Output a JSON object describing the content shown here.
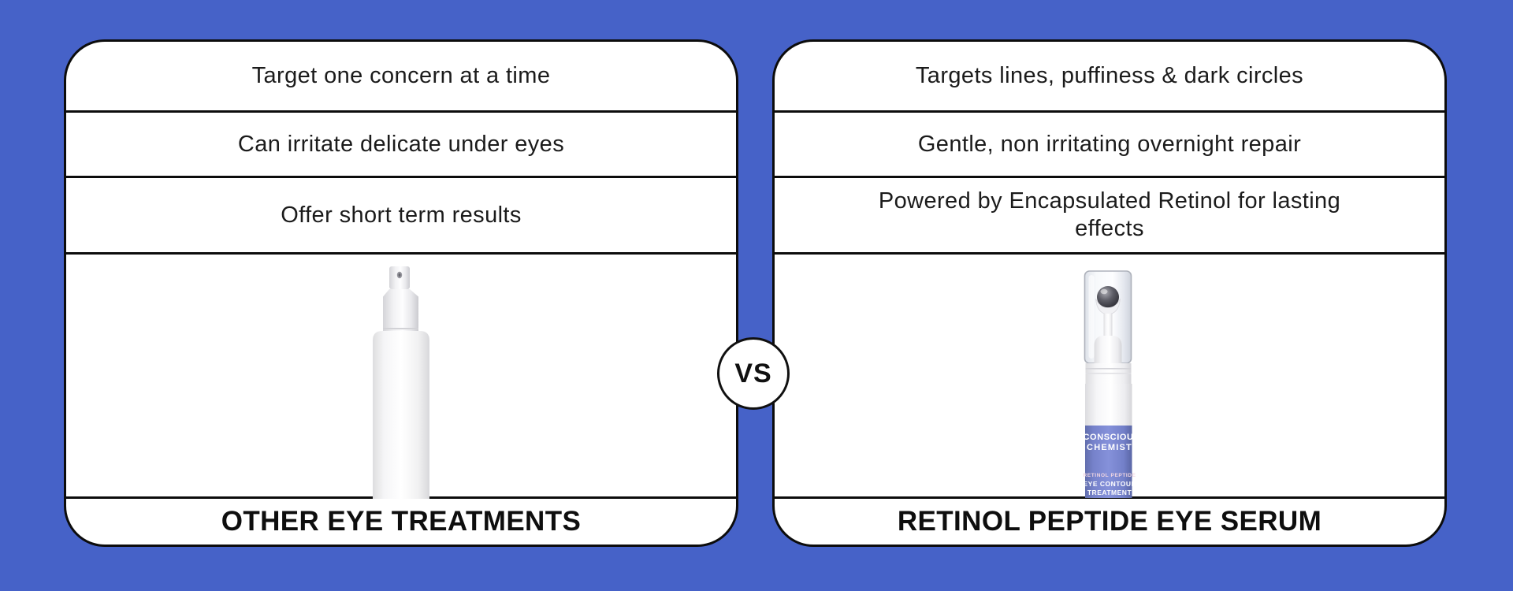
{
  "colors": {
    "background": "#4662C8",
    "card_fill": "#FFFFFF",
    "outline": "#0C0C0C",
    "tube_purple": "#7B86D3",
    "text": "#1B1B1B"
  },
  "vs_badge": {
    "label": "VS"
  },
  "cards": {
    "left": {
      "rows": [
        "Target one concern at a time",
        "Can irritate delicate under eyes",
        "Offer short term results"
      ],
      "title": "OTHER EYE TREATMENTS"
    },
    "right": {
      "rows": [
        "Targets lines, puffiness & dark circles",
        "Gentle, non irritating overnight repair",
        "Powered by Encapsulated Retinol for lasting effects"
      ],
      "title": "RETINOL PEPTIDE EYE SERUM",
      "product_label": {
        "brand_top": "CONSCIOUS°",
        "brand_bottom": "CHEMIST",
        "line1": "RETINOL PEPTIDE",
        "line2": "EYE CONTOUR",
        "line3": "TREATMENT"
      }
    }
  },
  "icons": {
    "left_product": "spray-bottle-image",
    "right_product": "retinol-serum-roller-tube-image",
    "badge": "vs-circle-badge"
  }
}
